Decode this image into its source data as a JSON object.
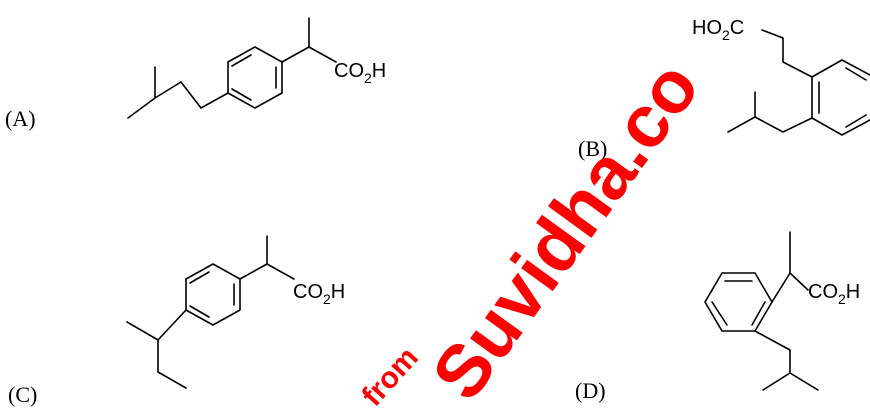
{
  "options": [
    {
      "label": "(A)",
      "group": "CO",
      "sub": "2",
      "tail": "H"
    },
    {
      "label": "(B)",
      "group": "HO",
      "sub": "2",
      "tail": "C"
    },
    {
      "label": "(C)",
      "group": "CO",
      "sub": "2",
      "tail": "H"
    },
    {
      "label": "(D)",
      "group": "CO",
      "sub": "2",
      "tail": "H"
    }
  ],
  "watermark": {
    "main": "Suvidha.co",
    "small": "from",
    "color": "#ff0000"
  }
}
